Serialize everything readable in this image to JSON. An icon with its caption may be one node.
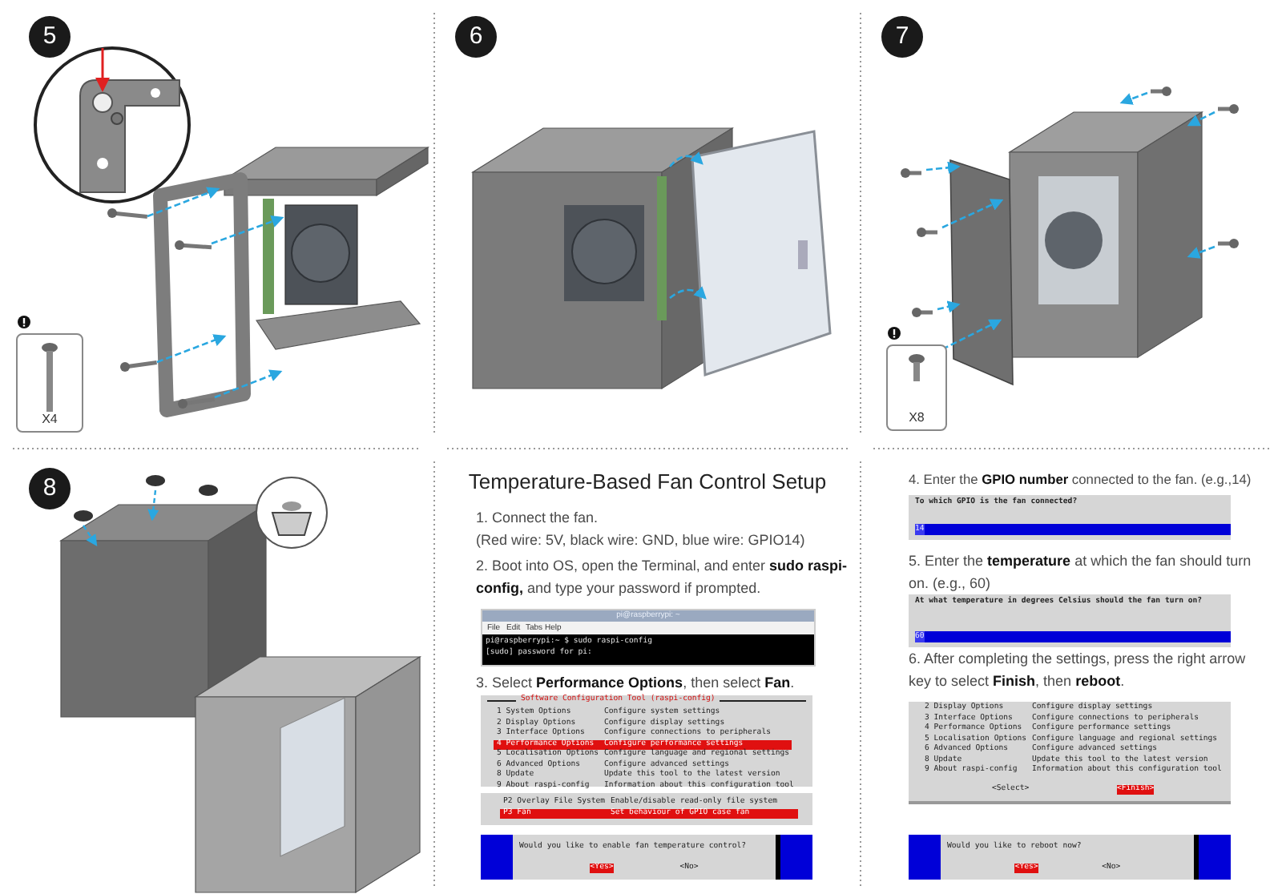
{
  "diagram": {
    "title": "Temperature-Based Fan Control Setup",
    "labels": [
      "5",
      "X4",
      "6",
      "7",
      "X8",
      "8",
      "1. Connect the fan.",
      "(Red wire: 5V, black wire: GND, blue wire: GPIO14)",
      "2. Boot into OS, open the Terminal, and enter **sudo raspi-config,** and type your password if prompted.",
      "pi@raspberrypi: ~",
      "File",
      "Edit",
      "Tabs",
      "Help",
      "pi@raspberrypi:~ $ sudo raspi-config",
      "[sudo] password for pi:",
      "3. Select **Performance Options**, then select **Fan**.",
      "Software Configuration Tool (raspi-config)",
      "1 System Options",
      "Configure system settings",
      "2 Display Options",
      "Configure display settings",
      "3 Interface Options",
      "Configure connections to peripherals",
      "4 Performance Options",
      "Configure performance settings",
      "5 Localisation Options",
      "Configure language and regional settings",
      "6 Advanced Options",
      "Configure advanced settings",
      "8 Update",
      "Update this tool to the latest version",
      "9 About raspi-config",
      "Information about this configuration tool",
      "P2 Overlay File System",
      "Enable/disable read-only file system",
      "P3 Fan",
      "Set behaviour of GPIO case fan",
      "Would you like to enable fan temperature control?",
      "<Yes>",
      "<No>",
      "4. Enter the **GPIO number** connected to the fan. (e.g.,14)",
      "To which GPIO is the fan connected?",
      "14",
      "5. Enter the **temperature** at which the fan should turn on. (e.g., 60)",
      "At what temperature in degrees Celsius should the fan turn on?",
      "60",
      "6. After completing the settings, press the right arrow key to select **Finish**, then **reboot**.",
      "2 Display Options",
      "Configure display settings",
      "3 Interface Options",
      "Configure connections to peripherals",
      "4 Performance Options",
      "Configure performance settings",
      "5 Localisation Options",
      "Configure language and regional settings",
      "6 Advanced Options",
      "Configure advanced settings",
      "8 Update",
      "Update this tool to the latest version",
      "9 About raspi-config",
      "Information about this configuration tool",
      "<Select>",
      "<Finish>",
      "Would you like to reboot now?",
      "<Yes>",
      "<No>"
    ]
  }
}
